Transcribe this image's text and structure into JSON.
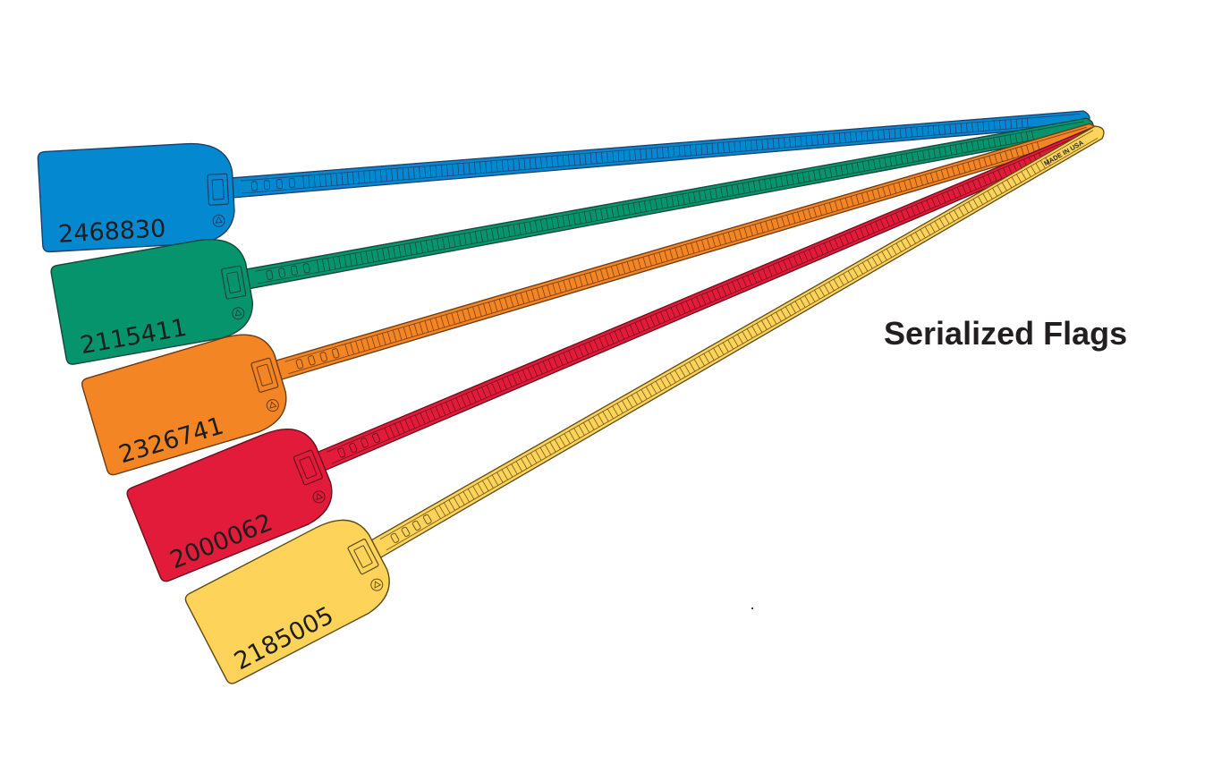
{
  "caption": "Serialized Flags",
  "imprint": "MADE IN USA",
  "tags": [
    {
      "serial": "2468830",
      "color": "#0489d1",
      "stroke": "#1d3f6e"
    },
    {
      "serial": "2115411",
      "color": "#05946c",
      "stroke": "#17463a"
    },
    {
      "serial": "2326741",
      "color": "#f48524",
      "stroke": "#6b3a12"
    },
    {
      "serial": "2000062",
      "color": "#e31b3a",
      "stroke": "#6a0f1c"
    },
    {
      "serial": "2185005",
      "color": "#fed35a",
      "stroke": "#5e4a17"
    }
  ]
}
